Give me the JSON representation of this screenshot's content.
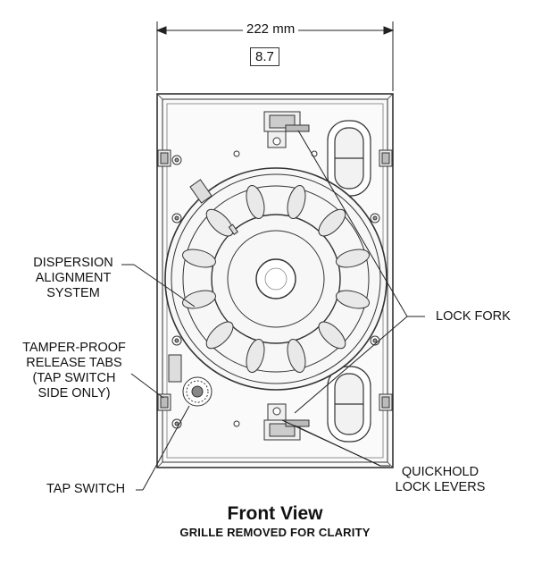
{
  "dimension": {
    "width_label": "222 mm",
    "inch_label": "8.7"
  },
  "labels": {
    "dispersion": [
      "DISPERSION",
      "ALIGNMENT",
      "SYSTEM"
    ],
    "tamper": [
      "TAMPER-PROOF",
      "RELEASE TABS",
      "(TAP SWITCH",
      "SIDE ONLY)"
    ],
    "tap_switch": "TAP SWITCH",
    "lock_fork": "LOCK FORK",
    "quickhold": [
      "QUICKHOLD",
      "LOCK LEVERS"
    ]
  },
  "caption": {
    "title": "Front View",
    "subtitle": "GRILLE REMOVED FOR CLARITY"
  }
}
